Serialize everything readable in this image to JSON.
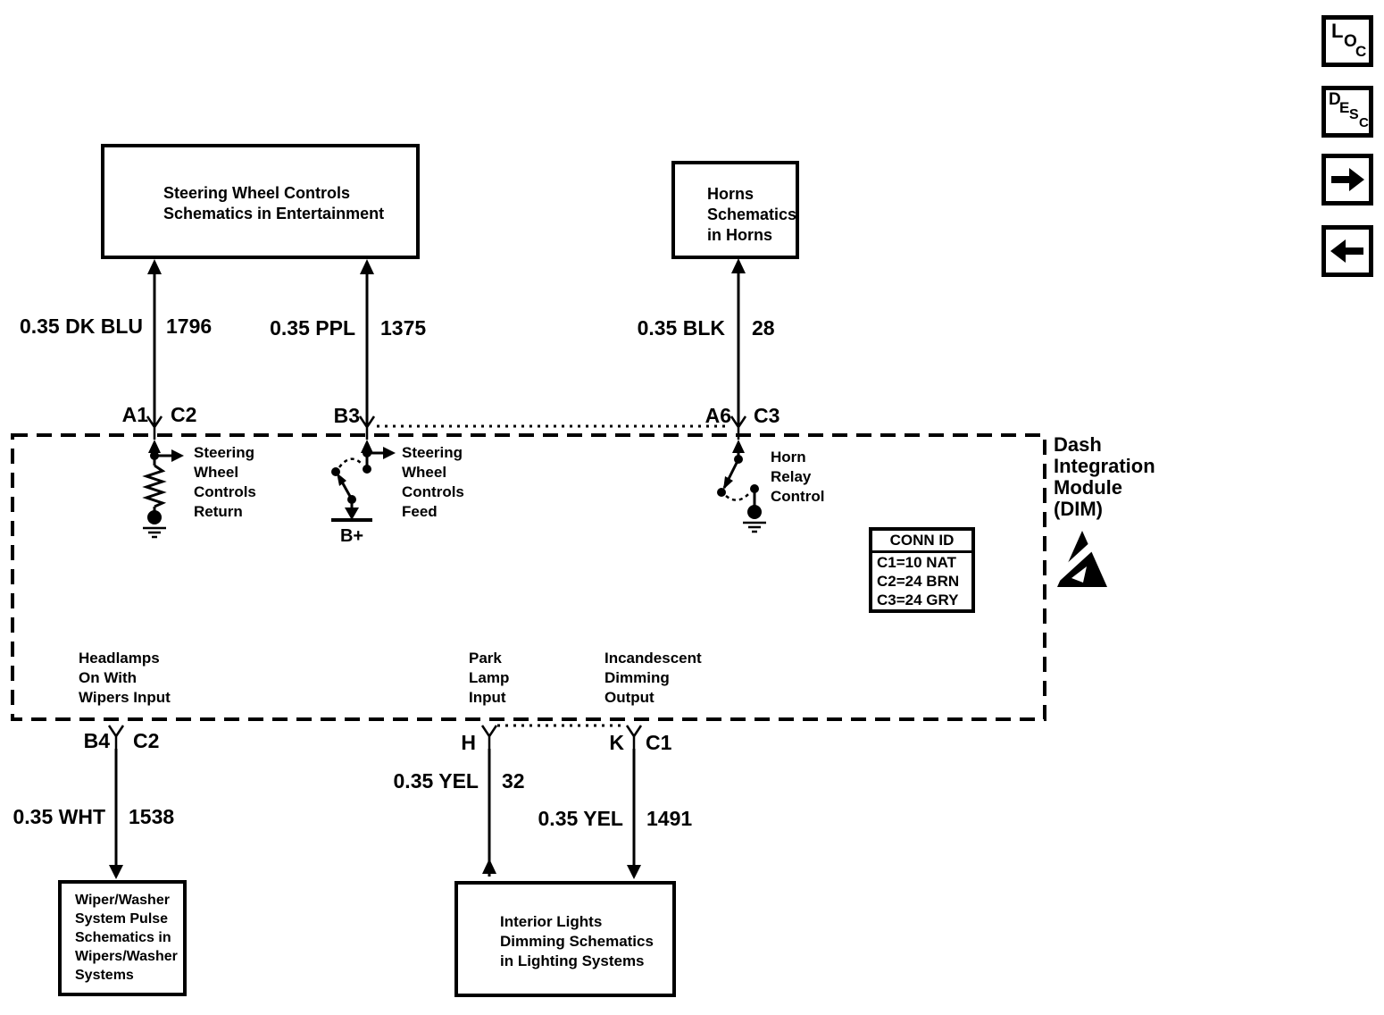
{
  "boxes": {
    "steering": {
      "lines": [
        "Steering Wheel Controls",
        "Schematics in Entertainment"
      ]
    },
    "horns": {
      "lines": [
        "Horns",
        "Schematics",
        "in Horns"
      ]
    },
    "wiper": {
      "lines": [
        "Wiper/Washer",
        "System Pulse",
        "Schematics in",
        "Wipers/Washer",
        "Systems"
      ]
    },
    "interior": {
      "lines": [
        "Interior Lights",
        "Dimming Schematics",
        "in Lighting Systems"
      ]
    }
  },
  "wires": {
    "swc_return": {
      "spec": "0.35 DK BLU",
      "circuit": "1796"
    },
    "swc_feed": {
      "spec": "0.35 PPL",
      "circuit": "1375"
    },
    "horn": {
      "spec": "0.35 BLK",
      "circuit": "28"
    },
    "wipers": {
      "spec": "0.35 WHT",
      "circuit": "1538"
    },
    "park": {
      "spec": "0.35 YEL",
      "circuit": "32"
    },
    "dimming": {
      "spec": "0.35 YEL",
      "circuit": "1491"
    }
  },
  "pins": {
    "a1": "A1",
    "c2_top": "C2",
    "b3": "B3",
    "a6": "A6",
    "c3": "C3",
    "b4": "B4",
    "c2_bottom": "C2",
    "h": "H",
    "k": "K",
    "c1": "C1"
  },
  "module": {
    "name_lines": [
      "Dash",
      "Integration",
      "Module",
      "(DIM)"
    ],
    "swc_return": [
      "Steering",
      "Wheel",
      "Controls",
      "Return"
    ],
    "swc_feed": [
      "Steering",
      "Wheel",
      "Controls",
      "Feed"
    ],
    "horn_relay": [
      "Horn",
      "Relay",
      "Control"
    ],
    "headlamps": [
      "Headlamps",
      "On With",
      "Wipers Input"
    ],
    "park_lamp": [
      "Park",
      "Lamp",
      "Input"
    ],
    "incandescent": [
      "Incandescent",
      "Dimming",
      "Output"
    ],
    "b_plus": "B+"
  },
  "conn_id": {
    "title": "CONN ID",
    "rows": [
      "C1=10 NAT",
      "C2=24 BRN",
      "C3=24 GRY"
    ]
  },
  "toolbar": {
    "loc": [
      "L",
      "O",
      "C"
    ],
    "desc": [
      "D",
      "E",
      "S",
      "C"
    ]
  },
  "colors": {
    "ink": "#000000",
    "paper": "#ffffff"
  }
}
